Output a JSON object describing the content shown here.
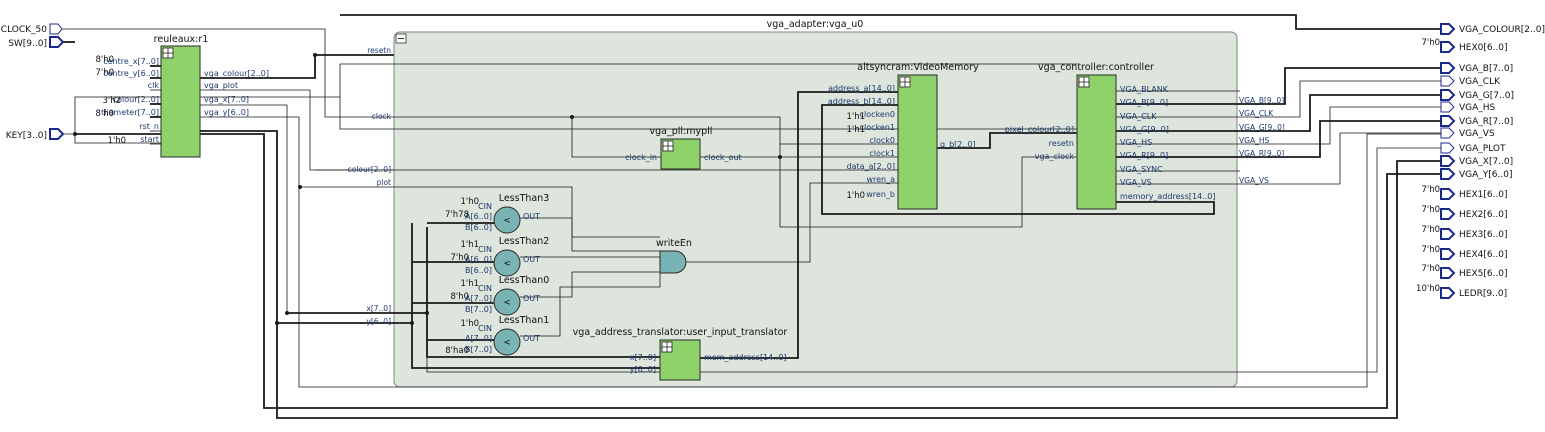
{
  "inputs": {
    "clock_50": "CLOCK_50",
    "sw": "SW[9..0]",
    "key": "KEY[3..0]"
  },
  "outputs": [
    {
      "name": "VGA_COLOUR[2..0]",
      "kind": "bus"
    },
    {
      "name": "HEX0[6..0]",
      "kind": "bus",
      "const": "7'h0"
    },
    {
      "name": "VGA_B[7..0]",
      "kind": "bus"
    },
    {
      "name": "VGA_CLK",
      "kind": "wire"
    },
    {
      "name": "VGA_G[7..0]",
      "kind": "bus"
    },
    {
      "name": "VGA_HS",
      "kind": "wire"
    },
    {
      "name": "VGA_R[7..0]",
      "kind": "bus"
    },
    {
      "name": "VGA_VS",
      "kind": "wire"
    },
    {
      "name": "VGA_PLOT",
      "kind": "wire"
    },
    {
      "name": "VGA_X[7..0]",
      "kind": "bus"
    },
    {
      "name": "VGA_Y[6..0]",
      "kind": "bus"
    },
    {
      "name": "HEX1[6..0]",
      "kind": "bus",
      "const": "7'h0"
    },
    {
      "name": "HEX2[6..0]",
      "kind": "bus",
      "const": "7'h0"
    },
    {
      "name": "HEX3[6..0]",
      "kind": "bus",
      "const": "7'h0"
    },
    {
      "name": "HEX4[6..0]",
      "kind": "bus",
      "const": "7'h0"
    },
    {
      "name": "HEX5[6..0]",
      "kind": "bus",
      "const": "7'h0"
    },
    {
      "name": "LEDR[9..0]",
      "kind": "bus",
      "const": "10'h0"
    }
  ],
  "reuleaux": {
    "title": "reuleaux:r1",
    "inputs": [
      "centre_x[7..0]",
      "centre_y[6..0]",
      "clk",
      "colour[2..0]",
      "diameter[7..0]",
      "rst_n",
      "start"
    ],
    "outputs": [
      "vga_colour[2..0]",
      "vga_plot",
      "vga_x[7..0]",
      "vga_y[6..0]"
    ],
    "consts": [
      "8'h0",
      "7'h0",
      "3'h2",
      "8'h0",
      "1'h0"
    ]
  },
  "adapter": {
    "title": "vga_adapter:vga_u0",
    "ports": [
      "resetn",
      "clock",
      "colour[2..0]",
      "plot",
      "x[7..0]",
      "y[6..0]"
    ]
  },
  "videomem": {
    "title": "altsyncram:VideoMemory",
    "inputs": [
      "address_a[14..0]",
      "address_b[14..0]",
      "clocken0",
      "clocken1",
      "clock0",
      "clock1",
      "data_a[2..0]",
      "wren_a",
      "wren_b"
    ],
    "outputs": [
      "q_b[2..0]"
    ],
    "consts": [
      "1'h1",
      "1'h1",
      "1'h0"
    ]
  },
  "controller": {
    "title": "vga_controller:controller",
    "inputs": [
      "pixel_colour[2..0]",
      "resetn",
      "vga_clock"
    ],
    "outputs": [
      "VGA_BLANK",
      "VGA_B[9..0]",
      "VGA_CLK",
      "VGA_G[9..0]",
      "VGA_HS",
      "VGA_R[9..0]",
      "VGA_SYNC",
      "VGA_VS",
      "memory_address[14..0]"
    ],
    "outnets": [
      "VGA_B[9..0]",
      "VGA_CLK",
      "VGA_G[9..0]",
      "VGA_HS",
      "VGA_R[9..0]",
      "VGA_VS"
    ]
  },
  "pll": {
    "title": "vga_pll:mypll",
    "inputs": [
      "clock_in"
    ],
    "outputs": [
      "clock_out"
    ]
  },
  "translator": {
    "title": "vga_address_translator:user_input_translator",
    "inputs": [
      "x[7..0]",
      "y[6..0]"
    ],
    "outputs": [
      "mem_address[14..0]"
    ]
  },
  "gate": {
    "title": "writeEn"
  },
  "comparators": [
    {
      "title": "LessThan3",
      "cin": "1'h0",
      "a": "A[6..0]",
      "b": "B[6..0]",
      "a_const": "7'h78",
      "b_const": ""
    },
    {
      "title": "LessThan2",
      "cin": "1'h1",
      "a": "A[6..0]",
      "b": "B[6..0]",
      "a_const": "7'h0",
      "b_const": ""
    },
    {
      "title": "LessThan0",
      "cin": "1'h1",
      "a": "A[7..0]",
      "b": "B[7..0]",
      "a_const": "8'h0",
      "b_const": ""
    },
    {
      "title": "LessThan1",
      "cin": "1'h0",
      "a": "A[7..0]",
      "b": "B[7..0]",
      "a_const": "",
      "b_const": "8'ha0"
    }
  ],
  "comparator_symbol": "<",
  "comparator_ports": {
    "cin": "CIN",
    "out": "OUT"
  },
  "colors": {
    "block_fill": "#8fd16a",
    "block_stroke": "#2a2a2a",
    "adapter_fill": "#dde5dd",
    "comparator_fill": "#79b3b3",
    "wire": "#1a1a1a",
    "pin_text": "#1e3a6e",
    "port_fill": "#ffffff",
    "port_stroke": "#1a2a8a"
  }
}
